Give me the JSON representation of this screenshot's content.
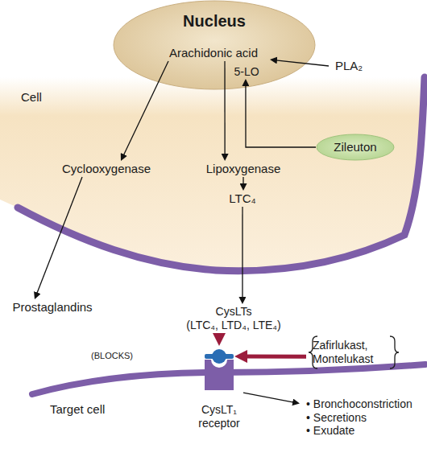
{
  "diagram": {
    "nodes": [
      {
        "text": [
          "Nucleus"
        ]
      },
      {
        "text": [
          "Arachidonic acid"
        ],
        "in": 0
      },
      {
        "text": [
          "5-LO"
        ],
        "in": 0
      },
      {
        "text": [
          "PLA₂"
        ]
      },
      {
        "text": [
          "Zileuton"
        ]
      },
      {
        "text": [
          "Cyclooxygenase"
        ]
      },
      {
        "text": [
          "Lipoxygenase"
        ]
      },
      {
        "text": [
          "LTC₄"
        ]
      },
      {
        "text": [
          "Prostaglandins"
        ]
      },
      {
        "text": [
          "CysLTs",
          "(LTC₄, LTD₄, LTE₄)"
        ]
      },
      {
        "text": [
          "(BLOCKS)"
        ]
      },
      {
        "text": [
          "Zafirlukast, Montelukast"
        ]
      },
      {
        "text": [
          "CysLT₁ receptor"
        ]
      },
      {
        "text": [
          "• Bronchoconstriction",
          "• Secretions",
          "• Exudate"
        ]
      }
    ],
    "edges": [
      {
        "from": 3,
        "to": 1,
        "arrow": "to"
      },
      {
        "from": 1,
        "to": 5,
        "arrow": "to"
      },
      {
        "from": 1,
        "to": 6,
        "arrow": "to"
      },
      {
        "from": 6,
        "to": 7,
        "arrow": "to"
      },
      {
        "from": 7,
        "to": 9,
        "arrow": "to"
      },
      {
        "from": 5,
        "to": 8,
        "arrow": "to"
      },
      {
        "from": 4,
        "to": 2,
        "arrow": "to"
      },
      {
        "from": 9,
        "to": 10,
        "arrow": "to"
      },
      {
        "from": 11,
        "to": 10,
        "arrow": "to"
      },
      {
        "from": 12,
        "to": 13,
        "arrow": "to"
      }
    ],
    "labels": [
      "Cell",
      "Target cell"
    ]
  }
}
